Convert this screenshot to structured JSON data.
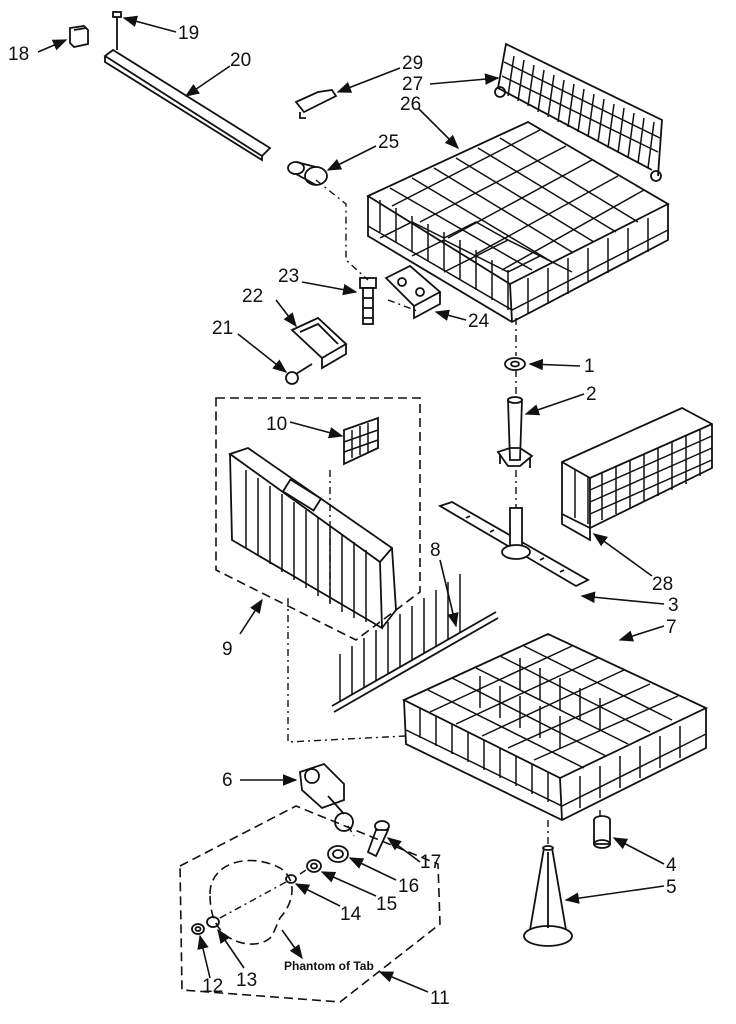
{
  "callouts": {
    "c1": "1",
    "c2": "2",
    "c3": "3",
    "c4": "4",
    "c5": "5",
    "c6": "6",
    "c7": "7",
    "c8": "8",
    "c9": "9",
    "c10": "10",
    "c11": "11",
    "c12": "12",
    "c13": "13",
    "c14": "14",
    "c15": "15",
    "c16": "16",
    "c17": "17",
    "c18": "18",
    "c19": "19",
    "c20": "20",
    "c21": "21",
    "c22": "22",
    "c23": "23",
    "c24": "24",
    "c25": "25",
    "c26": "26",
    "c27": "27",
    "c28": "28",
    "c29": "29"
  },
  "notes": {
    "phantom": "Phantom of Tab"
  }
}
